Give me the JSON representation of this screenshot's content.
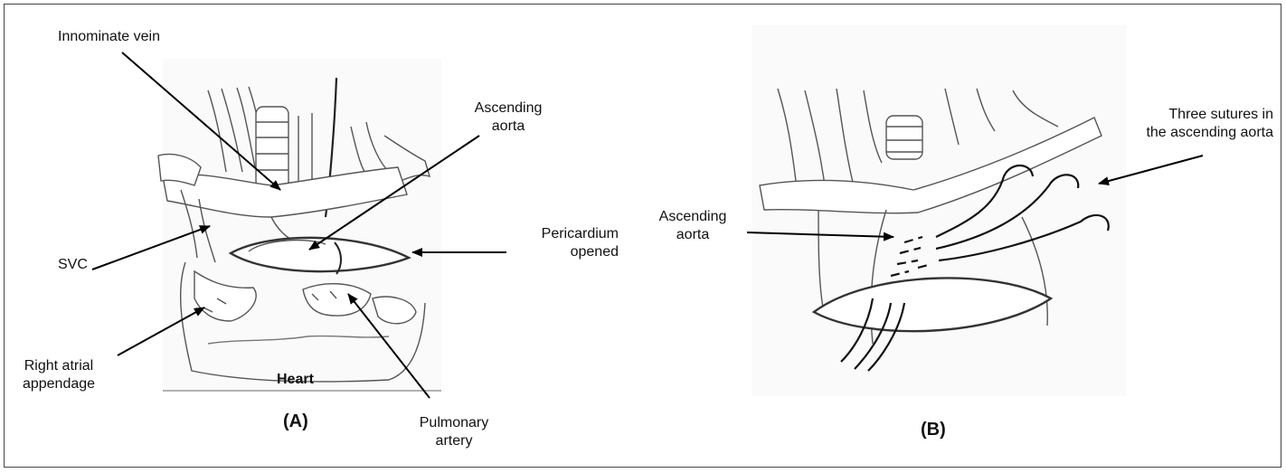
{
  "panel_a": {
    "tag": "(A)",
    "labels": {
      "innominate_vein": "Innominate vein",
      "ascending_aorta_l1": "Ascending",
      "ascending_aorta_l2": "aorta",
      "pericardium_l1": "Pericardium",
      "pericardium_l2": "opened",
      "svc": "SVC",
      "right_atrial_l1": "Right atrial",
      "right_atrial_l2": "appendage",
      "heart": "Heart",
      "pulmonary_l1": "Pulmonary",
      "pulmonary_l2": "artery"
    }
  },
  "panel_b": {
    "tag": "(B)",
    "labels": {
      "ascending_aorta_l1": "Ascending",
      "ascending_aorta_l2": "aorta",
      "sutures_l1": "Three sutures in",
      "sutures_l2": "the ascending aorta"
    }
  },
  "colors": {
    "line": "#222222",
    "sketch": "#555555",
    "arrow": "#000000"
  }
}
